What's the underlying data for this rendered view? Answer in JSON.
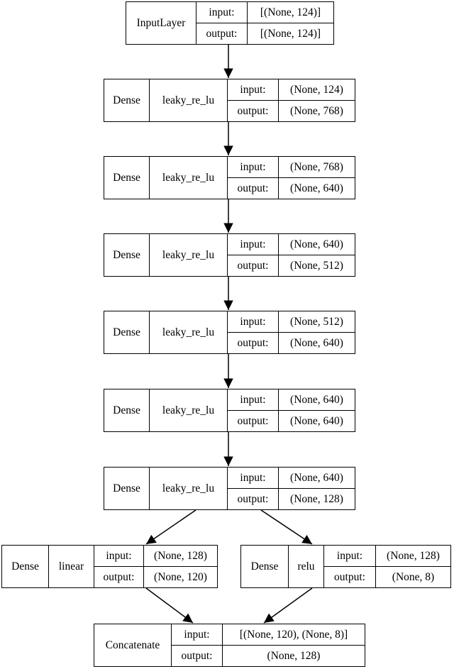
{
  "labels": {
    "input": "input:",
    "output": "output:"
  },
  "input_layer": {
    "type": "InputLayer",
    "input": "[(None, 124)]",
    "output": "[(None, 124)]"
  },
  "dense_layers": [
    {
      "type": "Dense",
      "activation": "leaky_re_lu",
      "input": "(None, 124)",
      "output": "(None, 768)"
    },
    {
      "type": "Dense",
      "activation": "leaky_re_lu",
      "input": "(None, 768)",
      "output": "(None, 640)"
    },
    {
      "type": "Dense",
      "activation": "leaky_re_lu",
      "input": "(None, 640)",
      "output": "(None, 512)"
    },
    {
      "type": "Dense",
      "activation": "leaky_re_lu",
      "input": "(None, 512)",
      "output": "(None, 640)"
    },
    {
      "type": "Dense",
      "activation": "leaky_re_lu",
      "input": "(None, 640)",
      "output": "(None, 640)"
    },
    {
      "type": "Dense",
      "activation": "leaky_re_lu",
      "input": "(None, 640)",
      "output": "(None, 128)"
    }
  ],
  "branch_left": {
    "type": "Dense",
    "activation": "linear",
    "input": "(None, 128)",
    "output": "(None, 120)"
  },
  "branch_right": {
    "type": "Dense",
    "activation": "relu",
    "input": "(None, 128)",
    "output": "(None, 8)"
  },
  "concat": {
    "type": "Concatenate",
    "input": "[(None, 120), (None, 8)]",
    "output": "(None, 128)"
  }
}
